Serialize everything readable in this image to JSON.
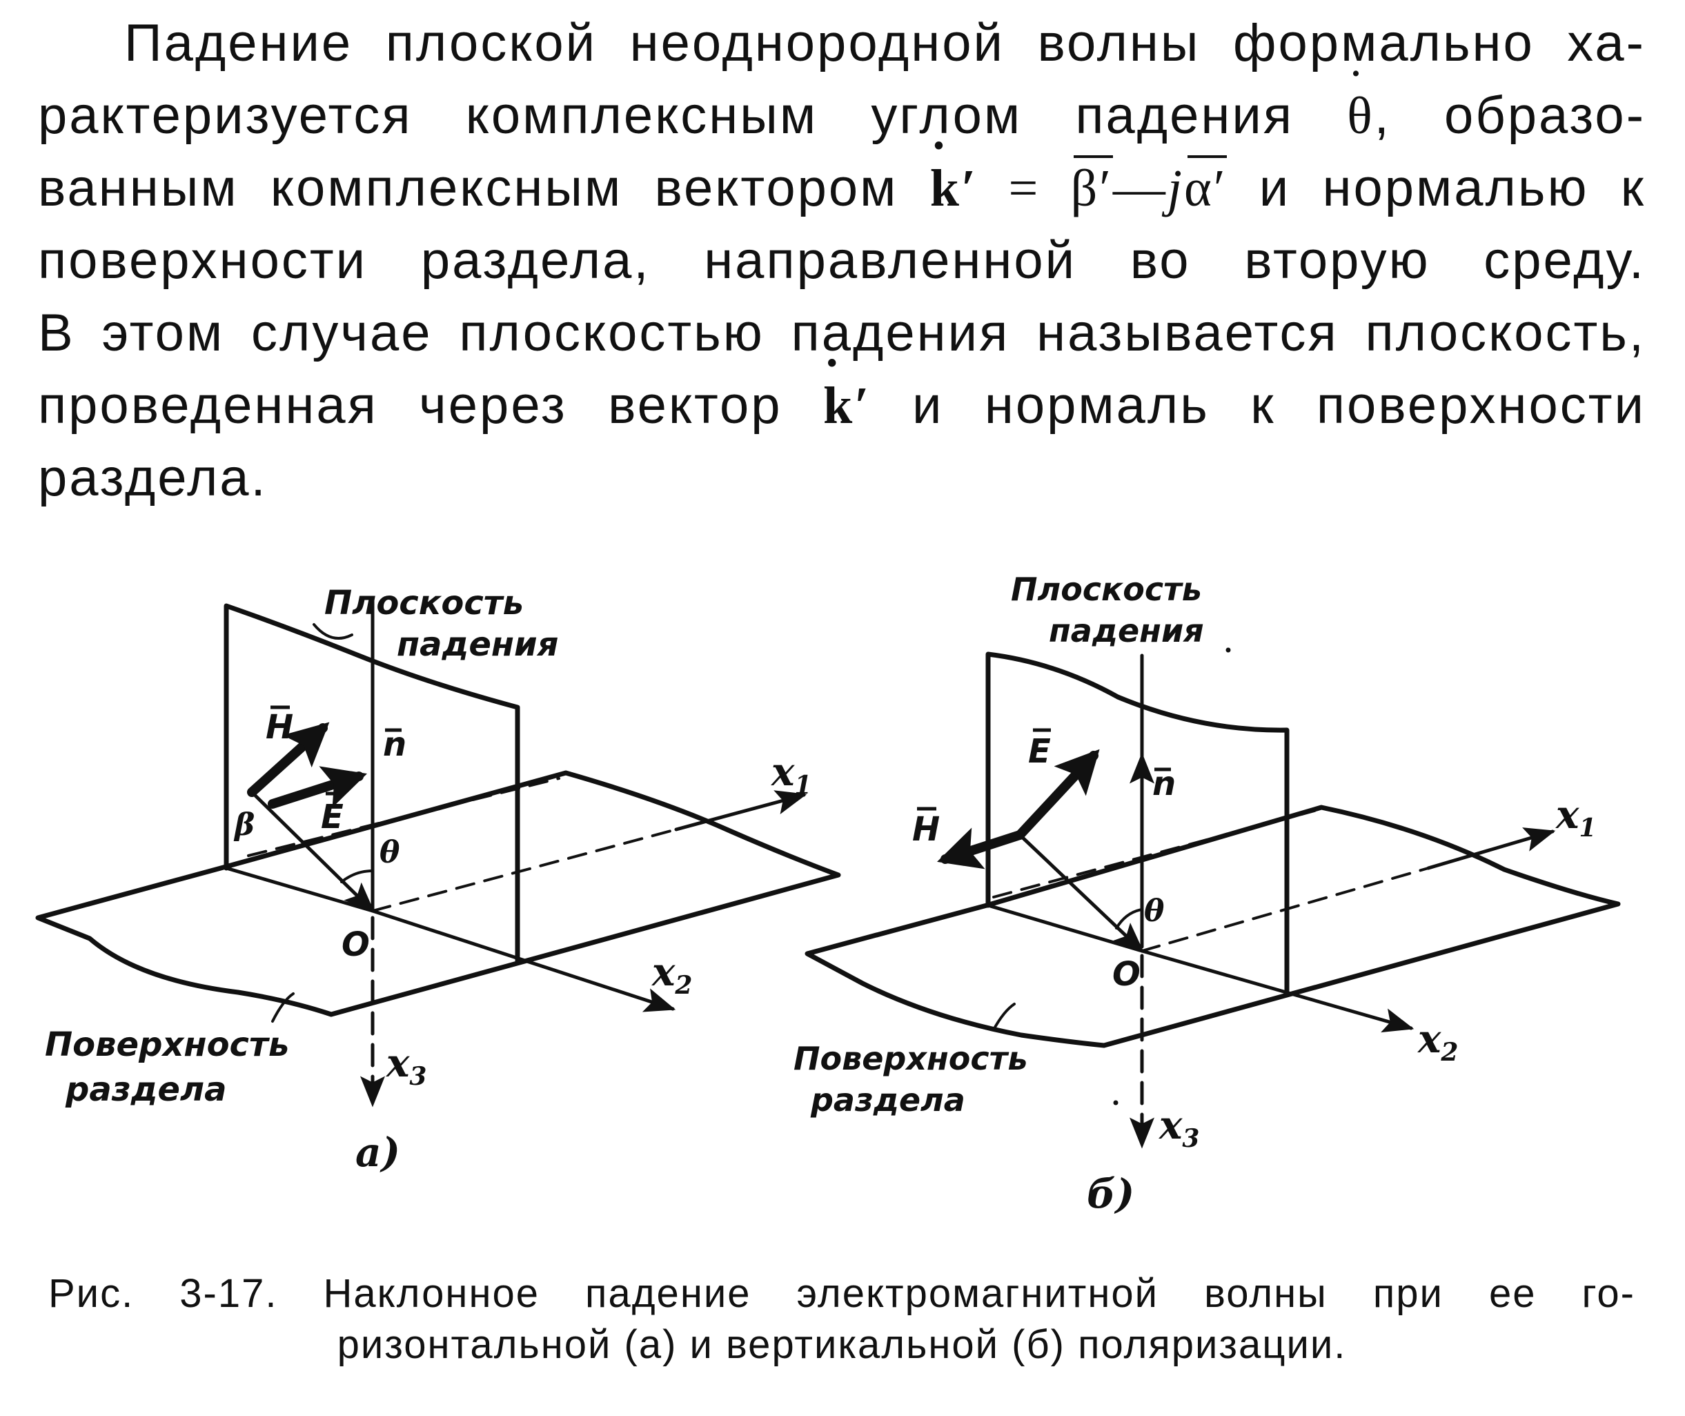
{
  "paragraph": {
    "l1": "Падение плоской неоднородной волны формально ха-",
    "l2a": "рактеризуется комплексным углом падения ",
    "theta": "θ",
    "l2b": ", образо-",
    "l3a": "ванным комплексным вектором ",
    "k": "k′",
    "eq": " = ",
    "beta": "β′",
    "minus": "—",
    "j": "j",
    "alpha": "α′",
    "l3b": " и нормалью к",
    "l4": "поверхности раздела, направленной во вторую среду.",
    "l5": "В этом случае плоскостью падения называется плоскость,",
    "l6a": "проведенная через вектор ",
    "l6b": " и нормаль к поверхности",
    "l7": "раздела."
  },
  "figure_a": {
    "plane_label_1": "Плоскость",
    "plane_label_2": "падения",
    "H": "H",
    "n": "n",
    "E": "E",
    "beta": "β",
    "theta": "θ",
    "origin": "O",
    "x1": "x",
    "x1_sub": "1",
    "x2": "x",
    "x2_sub": "2",
    "x3": "x",
    "x3_sub": "3",
    "surface_label_1": "Поверхность",
    "surface_label_2": "раздела",
    "tag": "а)"
  },
  "figure_b": {
    "plane_label_1": "Плоскость",
    "plane_label_2": "падения",
    "E": "E",
    "H": "H",
    "n": "n",
    "theta": "θ",
    "origin": "O",
    "x1": "x",
    "x1_sub": "1",
    "x2": "x",
    "x2_sub": "2",
    "x3": "x",
    "x3_sub": "3",
    "surface_label_1": "Поверхность",
    "surface_label_2": "раздела",
    "tag": "б)"
  },
  "caption": {
    "line1": "Рис. 3-17. Наклонное падение электромагнитной волны при ее го-",
    "line2": "ризонтальной (а) и вертикальной (б) поляризации."
  }
}
